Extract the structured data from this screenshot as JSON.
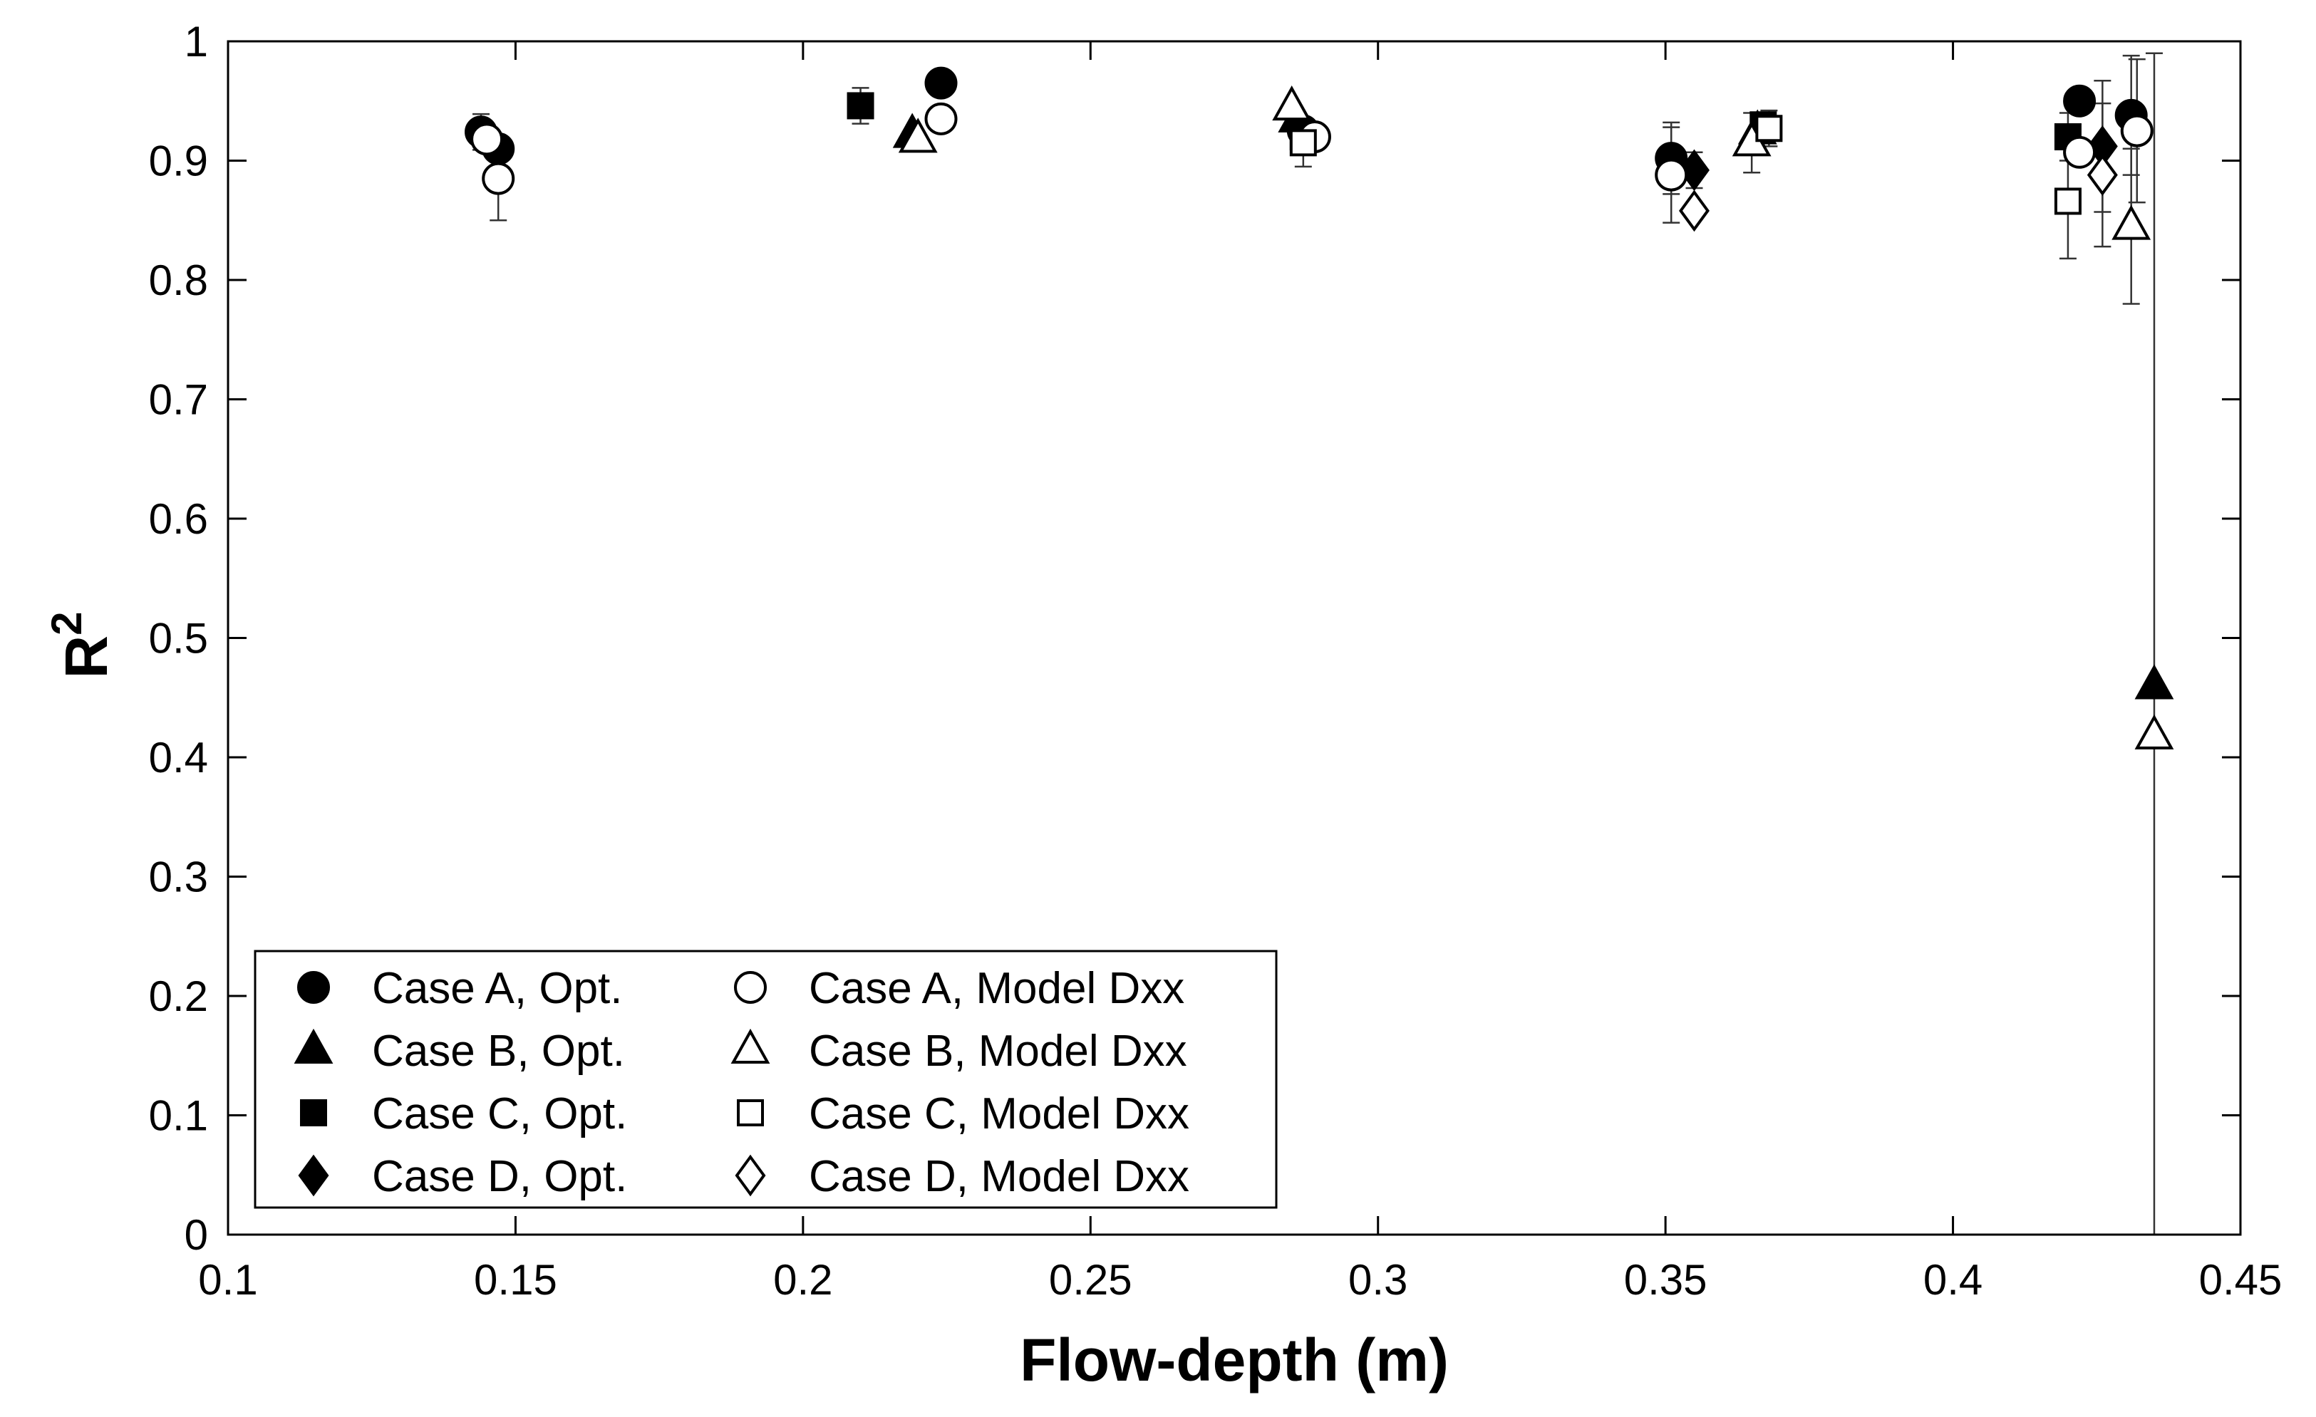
{
  "chart_data": {
    "type": "scatter",
    "title": "",
    "xlabel": "Flow-depth (m)",
    "ylabel": "R",
    "ylabel_superscript": "2",
    "xlim": [
      0.1,
      0.45
    ],
    "ylim": [
      0,
      1
    ],
    "xticks": [
      "0.1",
      "0.15",
      "0.2",
      "0.25",
      "0.3",
      "0.35",
      "0.4",
      "0.45"
    ],
    "yticks": [
      "0",
      "0.1",
      "0.2",
      "0.3",
      "0.4",
      "0.5",
      "0.6",
      "0.7",
      "0.8",
      "0.9",
      "1"
    ],
    "grid": false,
    "legend_position": "bottom-left",
    "series": [
      {
        "name": "Case A, Opt.",
        "marker": "circle",
        "filled": true,
        "points": [
          {
            "x": 0.144,
            "y": 0.924,
            "err": 0.015
          },
          {
            "x": 0.147,
            "y": 0.91,
            "err": 0.0
          },
          {
            "x": 0.224,
            "y": 0.965,
            "err": 0.0
          },
          {
            "x": 0.287,
            "y": 0.925,
            "err": 0.0
          },
          {
            "x": 0.351,
            "y": 0.902,
            "err": 0.03
          },
          {
            "x": 0.422,
            "y": 0.95,
            "err": 0.0
          },
          {
            "x": 0.431,
            "y": 0.938,
            "err": 0.05
          }
        ]
      },
      {
        "name": "Case B, Opt.",
        "marker": "triangle",
        "filled": true,
        "points": [
          {
            "x": 0.219,
            "y": 0.922,
            "err": 0.0
          },
          {
            "x": 0.286,
            "y": 0.935,
            "err": 0.0
          },
          {
            "x": 0.366,
            "y": 0.925,
            "err": 0.0
          },
          {
            "x": 0.435,
            "y": 0.46,
            "err": 0.53
          }
        ]
      },
      {
        "name": "Case C, Opt.",
        "marker": "square",
        "filled": true,
        "points": [
          {
            "x": 0.21,
            "y": 0.946,
            "err": 0.015
          },
          {
            "x": 0.287,
            "y": 0.92,
            "err": 0.0
          },
          {
            "x": 0.367,
            "y": 0.93,
            "err": 0.0
          },
          {
            "x": 0.42,
            "y": 0.92,
            "err": 0.02
          }
        ]
      },
      {
        "name": "Case D, Opt.",
        "marker": "diamond",
        "filled": true,
        "points": [
          {
            "x": 0.355,
            "y": 0.892,
            "err": 0.015
          },
          {
            "x": 0.426,
            "y": 0.912,
            "err": 0.055
          }
        ]
      },
      {
        "name": "Case A, Model Dxx",
        "marker": "circle",
        "filled": false,
        "points": [
          {
            "x": 0.145,
            "y": 0.918,
            "err": 0.0
          },
          {
            "x": 0.147,
            "y": 0.885,
            "err": 0.035
          },
          {
            "x": 0.224,
            "y": 0.935,
            "err": 0.0
          },
          {
            "x": 0.289,
            "y": 0.92,
            "err": 0.0
          },
          {
            "x": 0.351,
            "y": 0.888,
            "err": 0.04
          },
          {
            "x": 0.422,
            "y": 0.907,
            "err": 0.0
          },
          {
            "x": 0.432,
            "y": 0.925,
            "err": 0.06
          }
        ]
      },
      {
        "name": "Case B, Model Dxx",
        "marker": "triangle",
        "filled": false,
        "points": [
          {
            "x": 0.22,
            "y": 0.918,
            "err": 0.0
          },
          {
            "x": 0.285,
            "y": 0.945,
            "err": 0.0
          },
          {
            "x": 0.365,
            "y": 0.915,
            "err": 0.025
          },
          {
            "x": 0.431,
            "y": 0.845,
            "err": 0.065
          },
          {
            "x": 0.435,
            "y": 0.418,
            "err": 0.0
          }
        ]
      },
      {
        "name": "Case C, Model Dxx",
        "marker": "square",
        "filled": false,
        "points": [
          {
            "x": 0.287,
            "y": 0.915,
            "err": 0.02
          },
          {
            "x": 0.368,
            "y": 0.927,
            "err": 0.015
          },
          {
            "x": 0.42,
            "y": 0.866,
            "err": 0.048
          }
        ]
      },
      {
        "name": "Case D, Model Dxx",
        "marker": "diamond",
        "filled": false,
        "points": [
          {
            "x": 0.355,
            "y": 0.858,
            "err": 0.0
          },
          {
            "x": 0.426,
            "y": 0.888,
            "err": 0.06
          }
        ]
      }
    ]
  }
}
